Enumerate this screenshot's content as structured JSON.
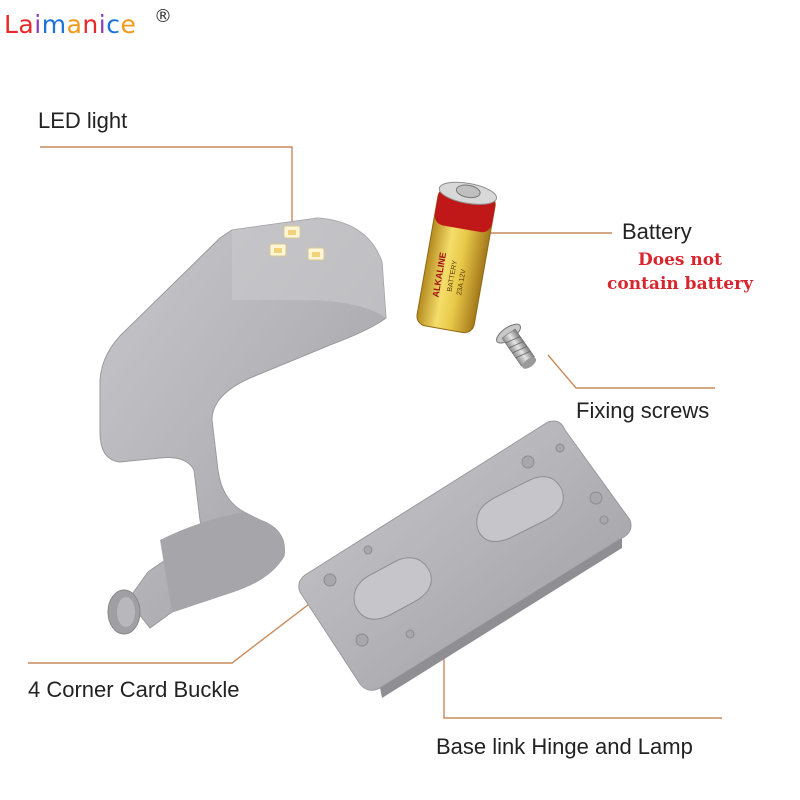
{
  "brand": {
    "name_parts": [
      "La",
      "i",
      "m",
      "a",
      "n",
      "i",
      "c",
      "e"
    ],
    "registered_mark": "®",
    "colors": [
      "#e8282b",
      "#8a3fb5",
      "#1e73d8",
      "#f39a1c"
    ]
  },
  "labels": {
    "led_light": "LED light",
    "battery": "Battery",
    "battery_note_line1": "Does not",
    "battery_note_line2": "contain battery",
    "fixing_screws": "Fixing screws",
    "corner_buckle": "4 Corner Card Buckle",
    "base_link": "Base link Hinge and Lamp"
  },
  "battery_print": {
    "brand": "ALKALINE",
    "text": "BATTERY",
    "model": "23A 12V"
  },
  "colors": {
    "leader_line": "#c98a5a",
    "note_red": "#d8262e",
    "plastic": "#b9b9bd"
  }
}
